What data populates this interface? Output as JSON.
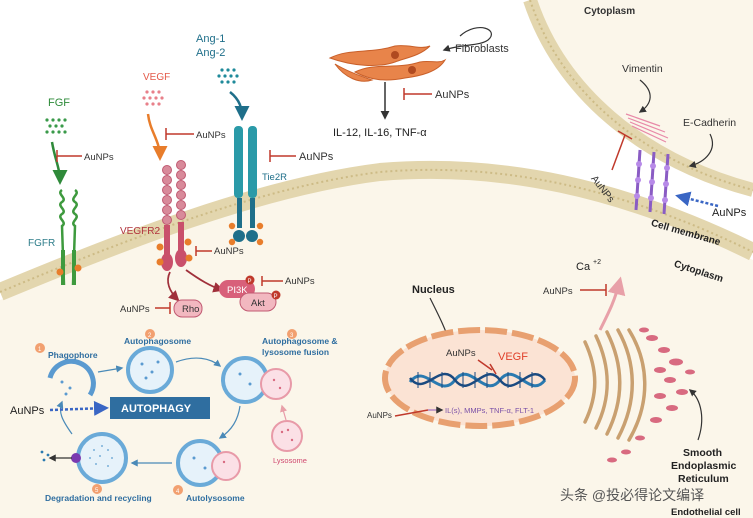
{
  "labels": {
    "fgf": "FGF",
    "fgfr": "FGFR",
    "vegf": "VEGF",
    "vegfr2": "VEGFR2",
    "ang1": "Ang-1",
    "ang2": "Ang-2",
    "tie2r": "Tie2R",
    "fibroblasts": "Fibroblasts",
    "cytokines": "IL-12, IL-16, TNF-α",
    "cytoplasm_top": "Cytoplasm",
    "cytoplasm_mid": "Cytoplasm",
    "vimentin": "Vimentin",
    "ecadherin": "E-Cadherin",
    "cell_membrane": "Cell membrane",
    "rho": "Rho",
    "pi3k": "PI3K",
    "akt": "Akt",
    "p": "P",
    "ca": "Ca",
    "ca_sup": "+2",
    "nucleus": "Nucleus",
    "vegf_nuc": "VEGF",
    "gene_products": "IL(s), MMPs, TNF-α, FLT-1",
    "ser_1": "Smooth",
    "ser_2": "Endoplasmic",
    "ser_3": "Reticulum",
    "endothelial": "Endothelial cell",
    "phagophore": "Phagophore",
    "autophagosome": "Autophagosome",
    "fusion_1": "Autophagosome &",
    "fusion_2": "lysosome fusion",
    "lysosome": "Lysosome",
    "autolysosome": "Autolysosome",
    "degradation": "Degradation and recycling",
    "autophagy": "AUTOPHAGY",
    "step1": "1",
    "step2": "2",
    "step3": "3",
    "step4": "4",
    "step5": "5",
    "aunps": "AuNPs",
    "watermark": "头条 @投必得论文编译"
  },
  "colors": {
    "membrane": "#e9dfc0",
    "membrane_edge": "#d8c99a",
    "fgfr_green": "#3e9a3e",
    "vegfr_red": "#c9506b",
    "tie2_teal": "#2a8a9a",
    "orange": "#e87d2b",
    "dark_red": "#b0333c",
    "autophagy_blue": "#2f6ea0",
    "purple": "#8a5cc4",
    "blue_arrow": "#3a66c4"
  }
}
